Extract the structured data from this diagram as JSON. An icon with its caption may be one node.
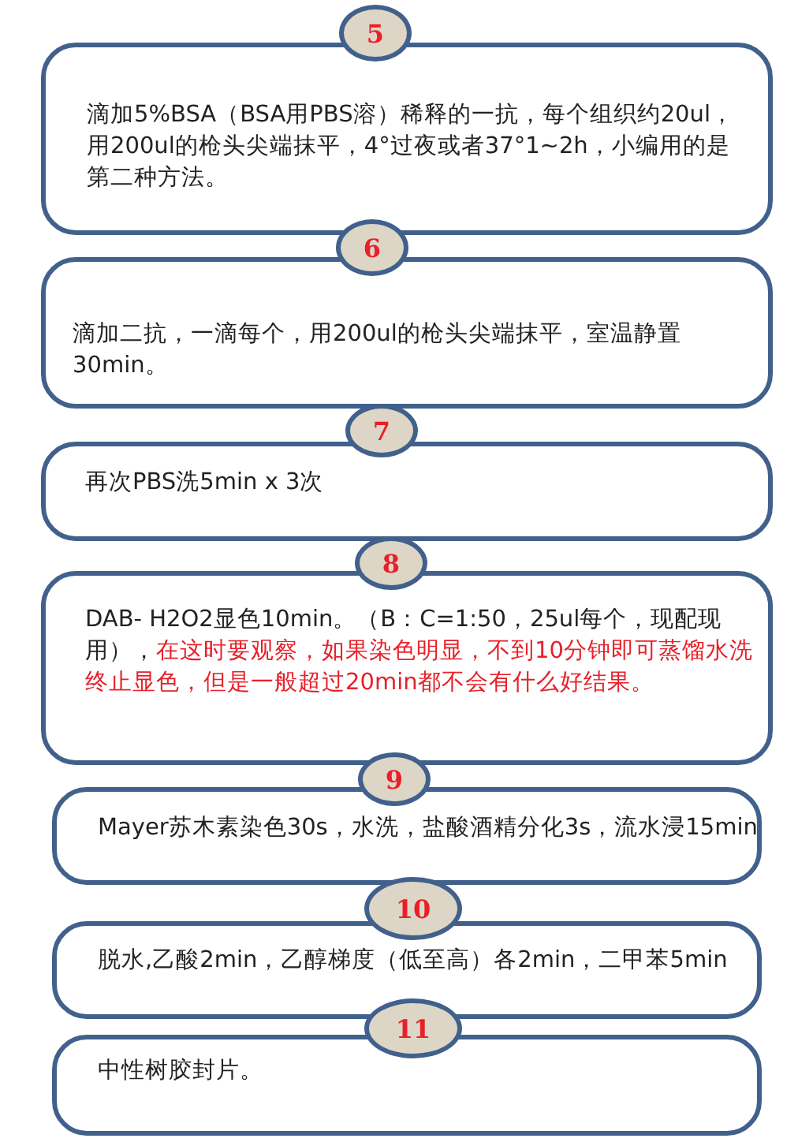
{
  "diagram": {
    "nodes": [
      {
        "text": [
          "5"
        ]
      },
      {
        "text": [
          "滴加5%BSA（BSA用PBS溶）稀释的一抗，每个组织约20ul，用200ul的枪头尖端抹平，4°过夜或者37°1~2h，小编用的是第二种方法。"
        ]
      },
      {
        "text": [
          "6"
        ]
      },
      {
        "text": [
          "滴加二抗，一滴每个，用200ul的枪头尖端抹平，室温静置30min。"
        ]
      },
      {
        "text": [
          "7"
        ]
      },
      {
        "text": [
          "再次PBS洗5min x 3次"
        ]
      },
      {
        "text": [
          "8"
        ]
      },
      {
        "text": [
          "DAB- H2O2显色10min。（B：C=1:50，25ul每个，现配现用），",
          "在这时要观察，如果染色明显，不到10分钟即可蒸馏水洗终止显色，但是一般超过20min都不会有什么好结果。"
        ]
      },
      {
        "text": [
          "9"
        ]
      },
      {
        "text": [
          "Mayer苏木素染色30s，水洗，盐酸酒精分化3s，流水浸15min"
        ]
      },
      {
        "text": [
          "10"
        ]
      },
      {
        "text": [
          "脱水,乙酸2min，乙醇梯度（低至高）各2min，二甲苯5min"
        ]
      },
      {
        "text": [
          "11"
        ]
      },
      {
        "text": [
          "中性树胶封片。"
        ]
      }
    ]
  }
}
